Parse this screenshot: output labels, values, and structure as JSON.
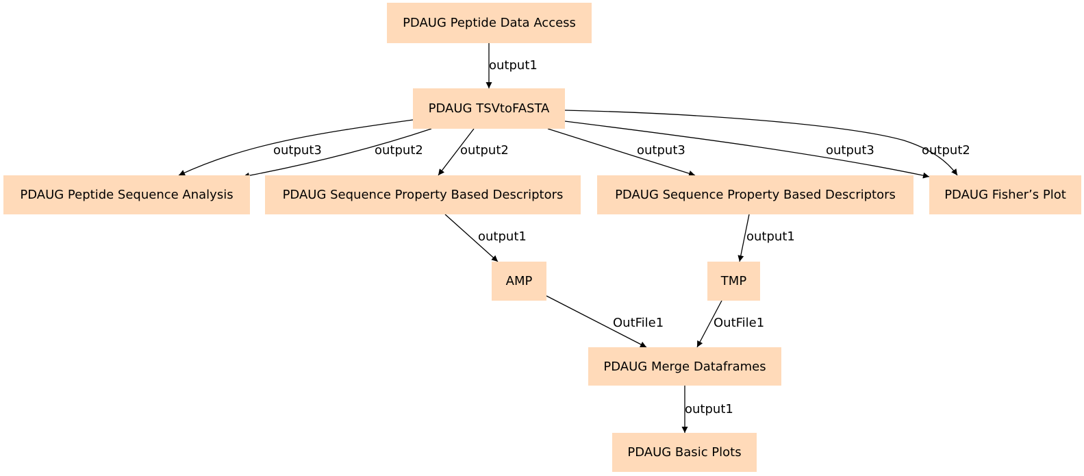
{
  "colors": {
    "node_fill": "#ffdab9",
    "edge": "#000000",
    "background": "#ffffff"
  },
  "nodes": {
    "n0": "PDAUG Peptide Data Access",
    "n1": "PDAUG TSVtoFASTA",
    "n2": "PDAUG Peptide Sequence Analysis",
    "n3": "PDAUG Sequence Property Based Descriptors",
    "n4": "PDAUG Sequence Property Based Descriptors",
    "n5": "PDAUG Fisher’s Plot",
    "n6": "AMP",
    "n7": "TMP",
    "n8": "PDAUG Merge Dataframes",
    "n9": "PDAUG Basic Plots"
  },
  "edges": [
    {
      "from": "n0",
      "to": "n1",
      "label": "output1"
    },
    {
      "from": "n1",
      "to": "n2",
      "label": "output3"
    },
    {
      "from": "n1",
      "to": "n2",
      "label": "output2"
    },
    {
      "from": "n1",
      "to": "n3",
      "label": "output2"
    },
    {
      "from": "n1",
      "to": "n4",
      "label": "output3"
    },
    {
      "from": "n1",
      "to": "n5",
      "label": "output3"
    },
    {
      "from": "n1",
      "to": "n5",
      "label": "output2"
    },
    {
      "from": "n3",
      "to": "n6",
      "label": "output1"
    },
    {
      "from": "n4",
      "to": "n7",
      "label": "output1"
    },
    {
      "from": "n6",
      "to": "n8",
      "label": "OutFile1"
    },
    {
      "from": "n7",
      "to": "n8",
      "label": "OutFile1"
    },
    {
      "from": "n8",
      "to": "n9",
      "label": "output1"
    }
  ]
}
